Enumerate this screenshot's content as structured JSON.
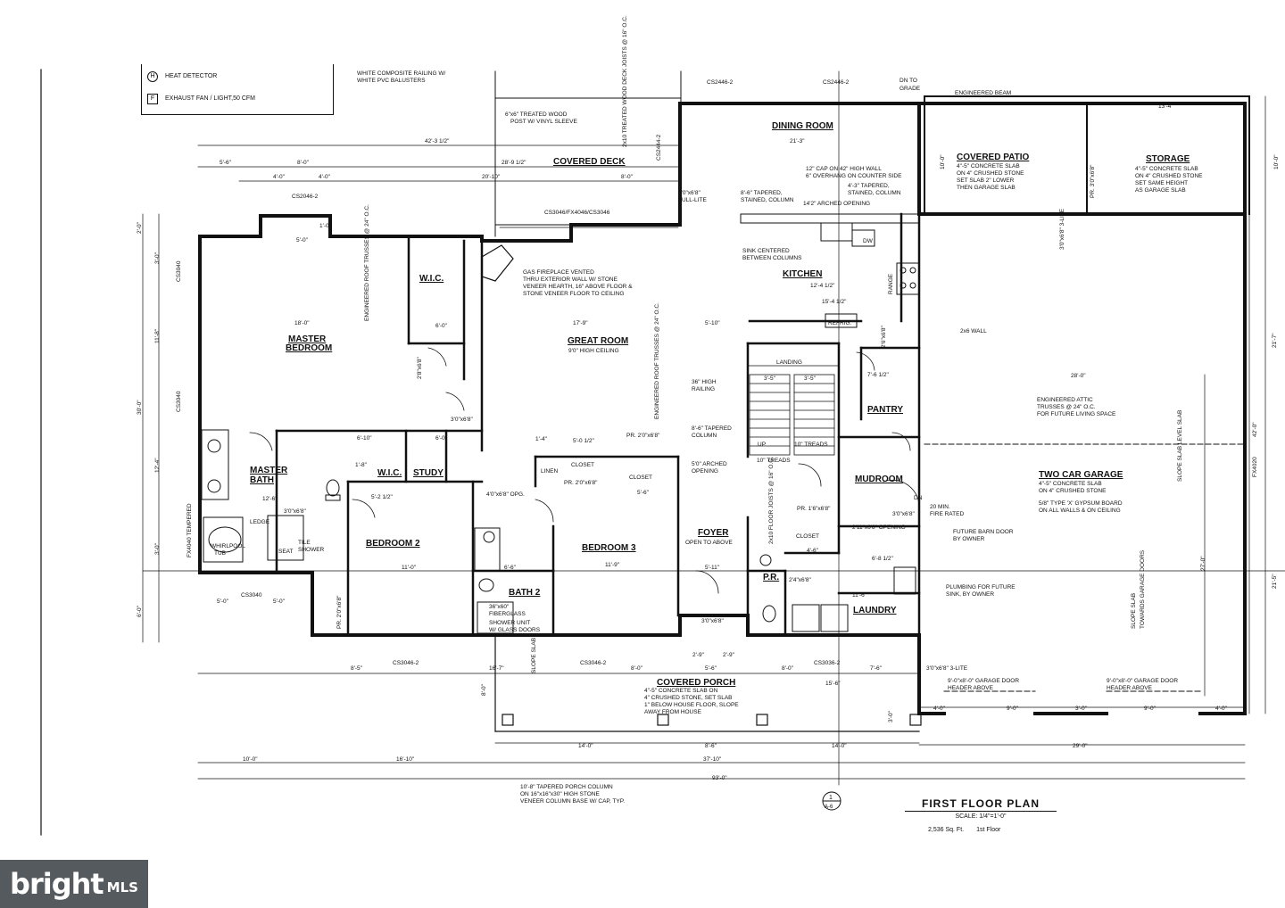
{
  "legend": {
    "rows": [
      {
        "icon": "heat-detector-icon",
        "symbol": "H",
        "text": "HEAT DETECTOR"
      },
      {
        "icon": "exhaust-fan-icon",
        "symbol": "F",
        "text": "EXHAUST FAN / LIGHT,50 CFM"
      }
    ]
  },
  "rooms": {
    "dining": "DINING ROOM",
    "covered_deck": "COVERED DECK",
    "covered_patio": "COVERED PATIO",
    "storage": "STORAGE",
    "kitchen": "KITCHEN",
    "wic_top": "W.I.C.",
    "master_bedroom_1": "MASTER",
    "master_bedroom_2": "BEDROOM",
    "great_room": "GREAT ROOM",
    "pantry": "PANTRY",
    "mudroom": "MUDROOM",
    "two_car_garage": "TWO CAR GARAGE",
    "master_bath_1": "MASTER",
    "master_bath_2": "BATH",
    "wic_bottom": "W.I.C.",
    "study": "STUDY",
    "bedroom2": "BEDROOM 2",
    "bedroom3": "BEDROOM 3",
    "bath2": "BATH 2",
    "foyer": "FOYER",
    "pr": "P.R.",
    "laundry": "LAUNDRY",
    "covered_porch": "COVERED PORCH",
    "closet": "CLOSET",
    "landing": "LANDING",
    "linen": "LINEN"
  },
  "notes": {
    "railing": "WHITE COMPOSITE RAILING W/",
    "balusters": "WHITE PVC BALUSTERS",
    "post_1": "6\"x6\" TREATED WOOD",
    "post_2": "POST W/ VINYL SLEEVE",
    "joists": "2x10 TREATED WOOD DECK JOISTS @ 16\" O.C.",
    "eng_beam": "ENGINEERED BEAM",
    "dn_grade_1": "DN TO",
    "dn_grade_2": "GRADE",
    "patio_1": "4\"-5\" CONCRETE SLAB",
    "patio_2": "ON 4\" CRUSHED STONE",
    "patio_3": "SET SLAB 2\" LOWER",
    "patio_4": "THEN GARAGE SLAB",
    "storage_1": "4\"-5\" CONCRETE SLAB",
    "storage_2": "ON 4\" CRUSHED STONE",
    "storage_3": "SET SAME HEIGHT",
    "storage_4": "AS GARAGE SLAB",
    "cap_1": "12\" CAP ON 42\" HIGH WALL",
    "cap_2": "6\" OVERHANG ON COUNTER SIDE",
    "tapered_1": "8'-6\" TAPERED,",
    "tapered_2": "STAINED, COLUMN",
    "tapered_3": "4'-3\" TAPERED,",
    "tapered_4": "STAINED, COLUMN",
    "arched": "14'2\" ARCHED OPENING",
    "sink_1": "SINK CENTERED",
    "sink_2": "BETWEEN COLUMNS",
    "fireplace_1": "GAS FIREPLACE VENTED",
    "fireplace_2": "THRU EXTERIOR WALL W/ STONE",
    "fireplace_3": "VENEER HEARTH, 16\" ABOVE FLOOR &",
    "fireplace_4": "STONE VENEER FLOOR TO CEILING",
    "ceiling": "9'0\" HIGH CEILING",
    "eng_roof": "ENGINEERED ROOF TRUSSES @ 24\" O.C.",
    "wall_2x6": "2x6 WALL",
    "attic_1": "ENGINEERED ATTIC",
    "attic_2": "TRUSSES @ 24\" O.C.",
    "attic_3": "FOR FUTURE LIVING SPACE",
    "garage_1": "4\"-5\" CONCRETE SLAB",
    "garage_2": "ON 4\" CRUSHED STONE",
    "gypsum_1": "5/8\" TYPE 'X' GYPSUM BOARD",
    "gypsum_2": "ON ALL WALLS & ON CEILING",
    "railing36_1": "36\" HIGH",
    "railing36_2": "RAILING",
    "column_1": "8'-6\" TAPERED",
    "column_2": "COLUMN",
    "arched_opening_1": "5'0\" ARCHED",
    "arched_opening_2": "OPENING",
    "fire_rated_1": "20 MIN.",
    "fire_rated_2": "FIRE RATED",
    "barn_1": "FUTURE BARN DOOR",
    "barn_2": "BY OWNER",
    "plumbing_1": "PLUMBING FOR FUTURE",
    "plumbing_2": "SINK, BY OWNER",
    "open_above": "OPEN TO ABOVE",
    "porch_1": "4\"-5\" CONCRETE SLAB ON",
    "porch_2": "4\" CRUSHED STONE, SET SLAB",
    "porch_3": "1\" BELOW HOUSE FLOOR, SLOPE",
    "porch_4": "AWAY FROM HOUSE",
    "porch_col_1": "10'-8\" TAPERED PORCH COLUMN",
    "porch_col_2": "ON 16\"x16\"x30\" HIGH STONE",
    "porch_col_3": "VENEER COLUMN BASE W/ CAP, TYP.",
    "garage_door_1": "9'-0\"x8'-0\" GARAGE DOOR",
    "garage_door_2": "HEADER ABOVE",
    "garage_door_3": "9'-0\"x8'-0\" GARAGE DOOR",
    "garage_door_4": "HEADER ABOVE",
    "shower_1": "36\"x60\"",
    "shower_2": "FIBERGLASS",
    "shower_3": "SHOWER UNIT",
    "shower_4": "W/ GLASS DOORS",
    "whirlpool_1": "WHIRLPOOL",
    "whirlpool_2": "TUB",
    "ledge": "LEDGE",
    "tile_1": "TILE",
    "tile_2": "SHOWER",
    "seat": "SEAT",
    "slope_slab": "SLOPE SLAB",
    "slope_level": "SLOPE SLAB LEVEL SLAB",
    "slope_towards_1": "SLOPE SLAB",
    "slope_towards_2": "TOWARDS GARAGE DOORS",
    "floor_joists": "2x10 FLOOR JOISTS @ 16\" O.C.",
    "treads_1": "10\" TREADS",
    "treads_2": "10\" TREADS",
    "up": "UP",
    "dn": "DN",
    "refrig": "REFRIG.",
    "dw": "DW",
    "range": "RANGE",
    "full_lite": "FULL-LITE"
  },
  "doors": {
    "cs2446_a": "CS2446-2",
    "cs2446_b": "CS2446-2",
    "cs2444": "CS2444-2",
    "cs2046": "CS2046-2",
    "cs3046": "CS3046/FX4046/CS3046",
    "cs3040_a": "CS3040",
    "cs3040_b": "CS3040",
    "cs3040_c": "CS3040",
    "fx4040": "FX4040 TEMPERED",
    "cs3046_b": "CS3046-2",
    "cs3046_c": "CS3046-2",
    "cs3036": "CS3036-2",
    "fx4020": "FX4020",
    "d_306_68_deck": "3'0\"x6'8\"",
    "d_pr_30_68": "PR. 3'0\"x6'8\"",
    "d_30x68_lite": "3'0\"x6'8\" 3-LITE",
    "d_26x68": "2'6\"x6'8\"",
    "d_28x68": "2'8\"x6'8\"",
    "d_30x68_mb": "3'0\"x6'8\"",
    "d_pr_20x68": "PR. 2'0\"x6'8\"",
    "d_pr_20x68_b": "PR. 2'0\"x6'8\"",
    "d_pr_20x68_c": "PR. 2'0\"x6'8\"",
    "d_40x68_opg": "4'0\"x6'8\" OPG.",
    "d_30x68_entry": "3'0\"x6'8\"",
    "d_pr_16x68": "PR. 1'6\"x6'8\"",
    "d_24x68": "2'4\"x6'8\"",
    "d_30x68_mud": "3'0\"x6'8\"",
    "d_211x68": "2'11\"x6'8\" OPENING",
    "d_30x68_garage": "3'0\"x6'8\" 3-LITE",
    "d_30x68_exhaust": "3'0\"x6'8\""
  },
  "dimensions": {
    "d_42_3": "42'-3 1/2\"",
    "d_5_6": "5'-6\"",
    "d_8_0": "8'-0\"",
    "d_4_0a": "4'-0\"",
    "d_4_0b": "4'-0\"",
    "d_20_10": "20'-10\"",
    "d_28_9": "28'-9 1/2\"",
    "d_8_0b": "8'-0\"",
    "d_5_0a": "5'-0\"",
    "d_1_0": "1'-0\"",
    "d_18_0": "18'-0\"",
    "d_17_9": "17'-9\"",
    "d_5_10": "5'-10\"",
    "d_21_3": "21'-3\"",
    "d_13_4": "13'-4\"",
    "d_28_0": "28'-0\"",
    "d_6_0": "6'-0\"",
    "d_12_4": "12'-4 1/2\"",
    "d_15_4": "15'-4 1/2\"",
    "d_7_6": "7'-6 1/2\"",
    "d_3_5a": "3'-5\"",
    "d_3_5b": "3'-5\"",
    "d_6_10": "6'-10\"",
    "d_6_0b": "6'-0\"",
    "d_1_8": "1'-8\"",
    "d_1_4": "1'-4\"",
    "d_5_0b": "5'-0 1/2\"",
    "d_12_6": "12'-6\"",
    "d_5_2": "5'-2 1/2\"",
    "d_5_6b": "5'-6\"",
    "d_11_0": "11'-0\"",
    "d_11_9": "11'-9\"",
    "d_5_11": "5'-11\"",
    "d_6_6": "6'-6\"",
    "d_4_6": "4'-6\"",
    "d_6_8": "6'-8 1/2\"",
    "d_11_6": "11'-6\"",
    "d_5_0c": "5'-0\"",
    "d_5_0d": "5'-0\"",
    "d_8_5": "8'-5\"",
    "d_16_7": "16'-7\"",
    "d_8_0c": "8'-0\"",
    "d_5_6c": "5'-6\"",
    "d_8_0d": "8'-0\"",
    "d_7_6b": "7'-6\"",
    "d_15_6": "15'-6\"",
    "d_2_9a": "2'-9\"",
    "d_2_9b": "2'-9\"",
    "d_14_0a": "14'-0\"",
    "d_8_6": "8'-6\"",
    "d_14_0b": "14'-0\"",
    "d_29_0": "29'-0\"",
    "d_10_0": "10'-0\"",
    "d_16_10": "16'-10\"",
    "d_37_10": "37'-10\"",
    "d_93_0": "93'-0\"",
    "d_4_0c": "4'-0\"",
    "d_9_0a": "9'-0\"",
    "d_3_0": "3'-0\"",
    "d_9_0b": "9'-0\"",
    "d_4_0d": "4'-0\"",
    "v_2_0": "2'-0\"",
    "v_3_0": "3'-0\"",
    "v_11_8": "11'-8\"",
    "v_30_0": "30'-0\"",
    "v_12_4": "12'-4\"",
    "v_3_0b": "3'-0\"",
    "v_6_0": "6'-0\"",
    "v_10_0": "10'-0\"",
    "v_21_7": "21'-7\"",
    "v_42_0": "42'-0\"",
    "v_21_5": "21'-5\"",
    "v_27_0": "27'-0\"",
    "v_8_0": "8'-0\"",
    "v_3_0c": "3'-0\""
  },
  "title_block": {
    "title": "FIRST FLOOR PLAN",
    "scale": "SCALE: 1/4\"=1'-0\"",
    "area": "2,536 Sq. Ft.",
    "floor": "1st Floor",
    "section_top": "1",
    "section_bottom": "A-6"
  },
  "watermark": {
    "brand": "bright",
    "suffix": "MLS"
  }
}
